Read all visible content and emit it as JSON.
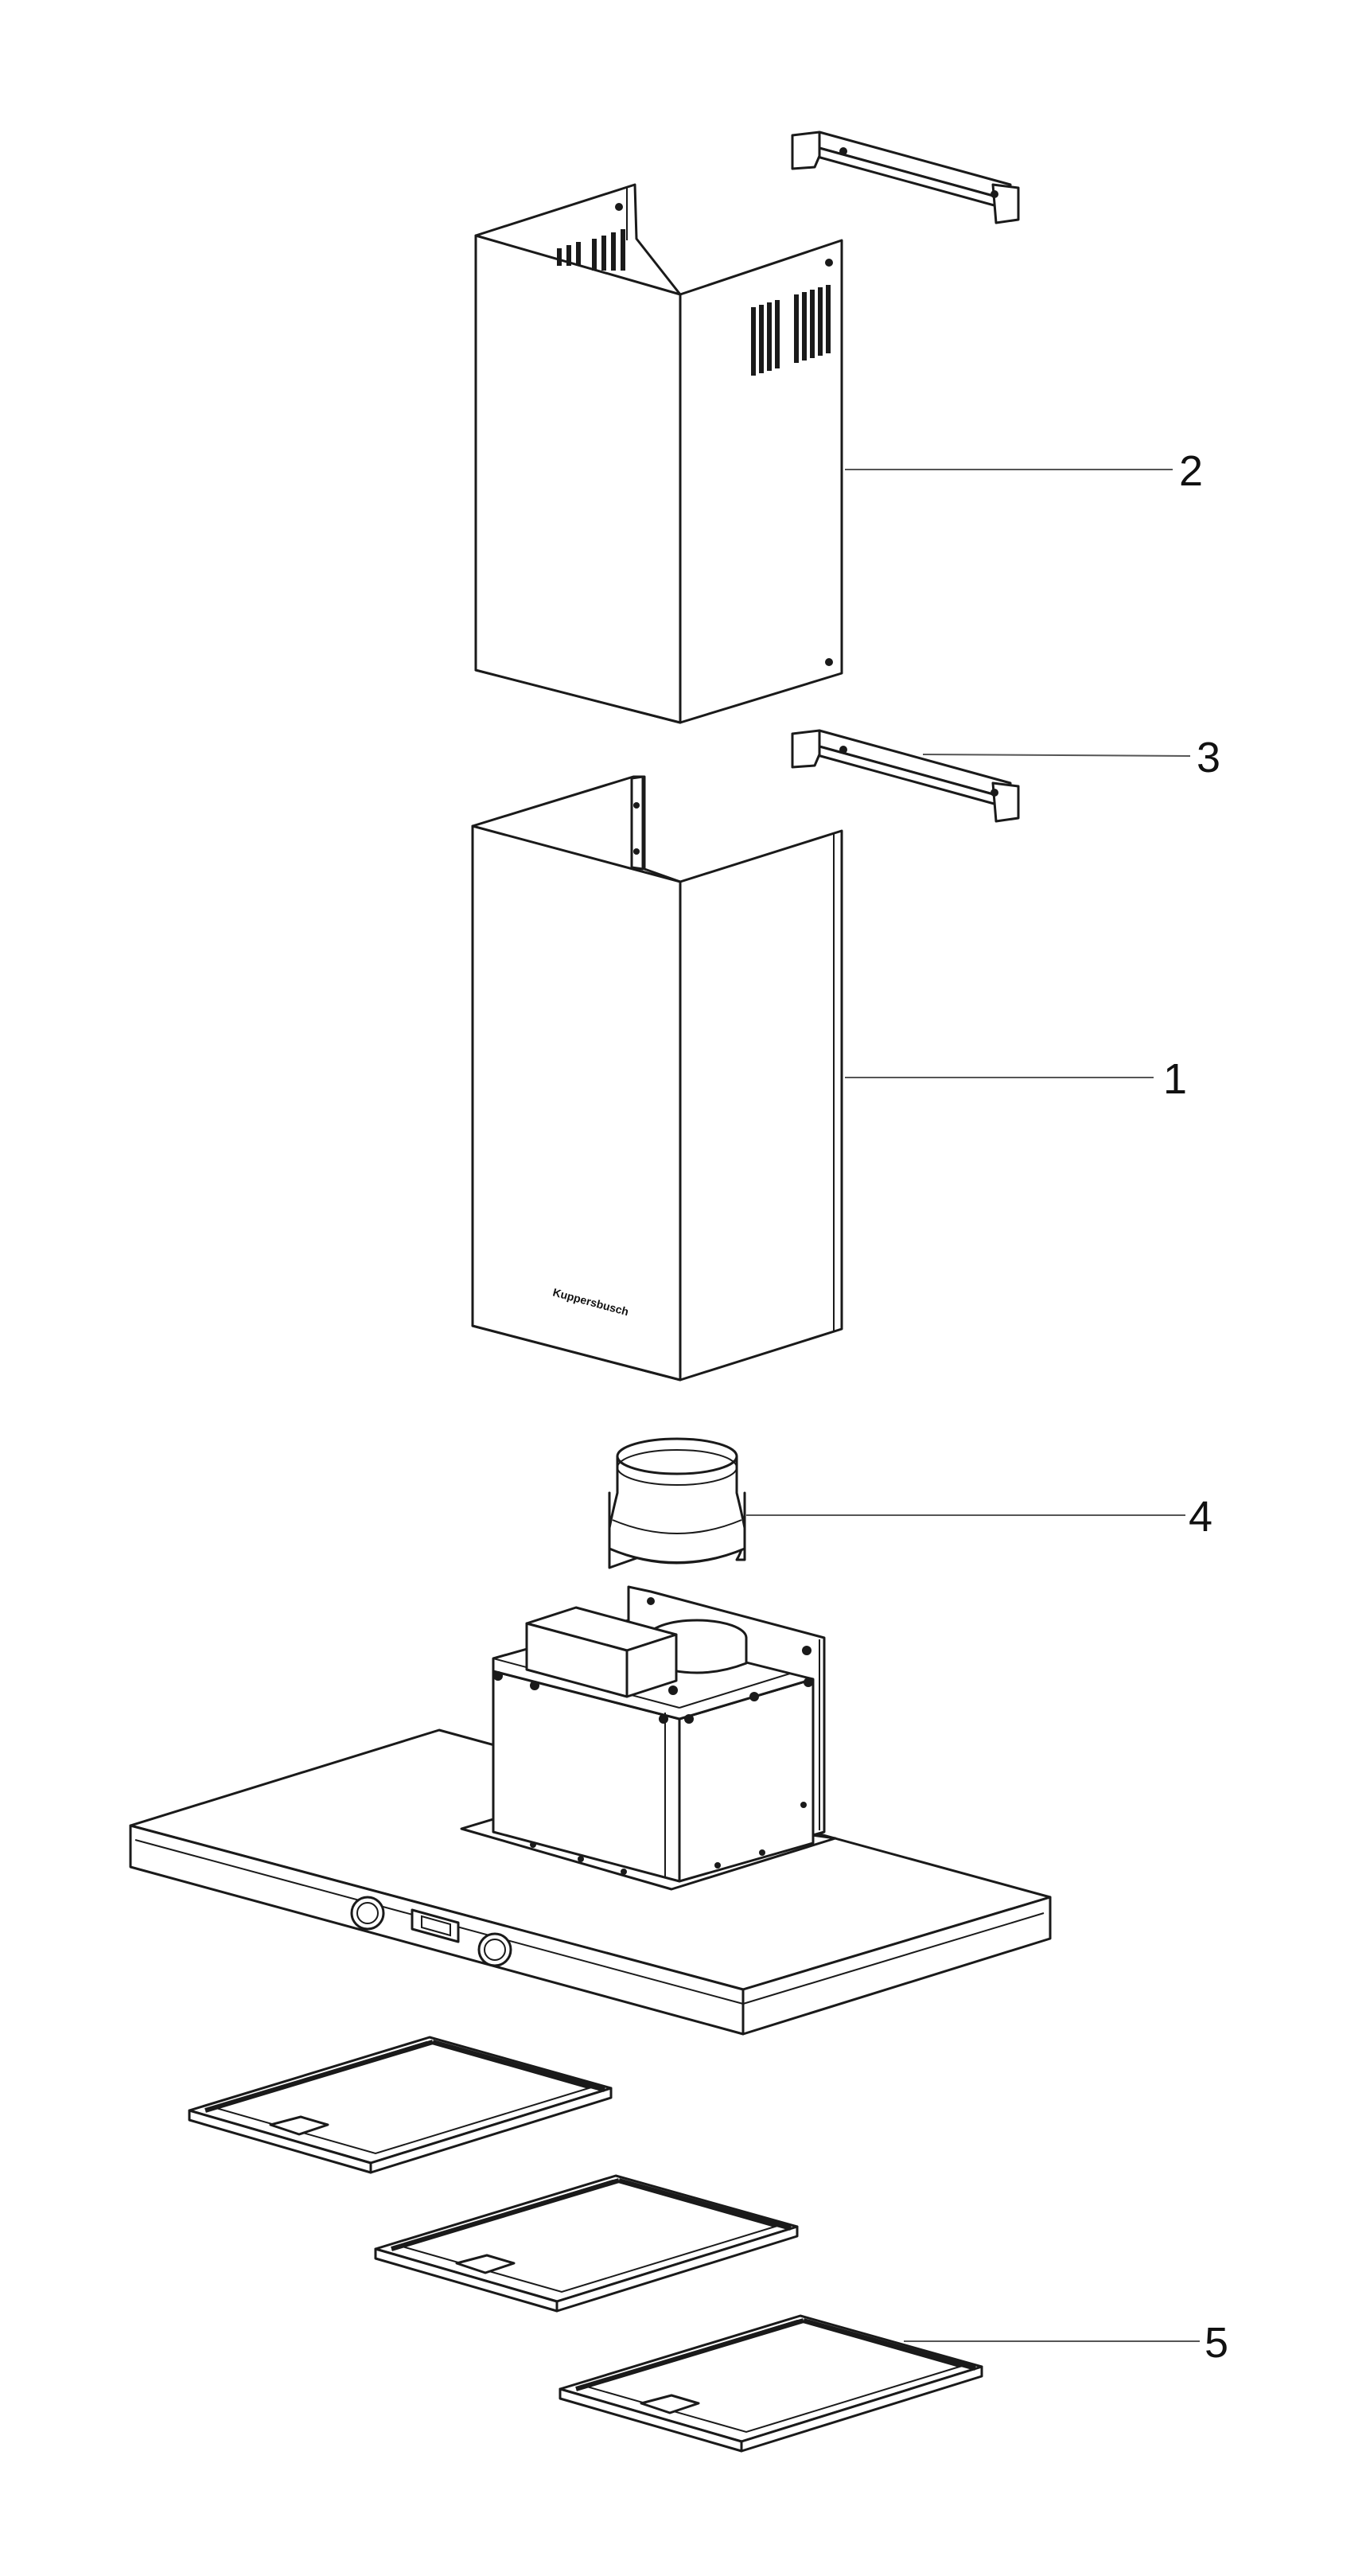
{
  "callouts": [
    {
      "id": "1",
      "label": "1"
    },
    {
      "id": "2",
      "label": "2"
    },
    {
      "id": "3",
      "label": "3"
    },
    {
      "id": "4",
      "label": "4"
    },
    {
      "id": "5",
      "label": "5"
    }
  ],
  "brand_text": "Kuppersbusch",
  "colors": {
    "line": "#1a1a1a",
    "leader": "#555555",
    "background": "#ffffff"
  }
}
